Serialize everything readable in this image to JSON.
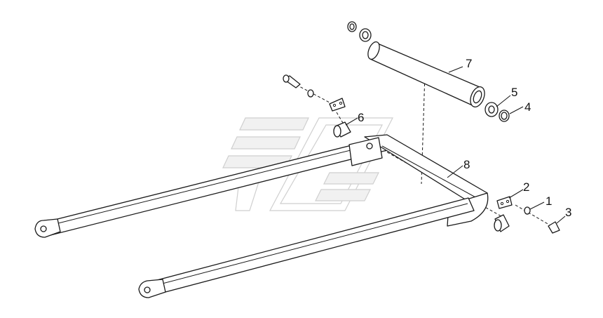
{
  "diagram": {
    "type": "exploded-parts-view",
    "colors": {
      "line": "#1a1a1a",
      "background": "#ffffff",
      "watermark": "#cfcfcf"
    },
    "watermark_icon": "stylized-logo-watermark",
    "callouts": [
      {
        "id": "c1",
        "label": "1"
      },
      {
        "id": "c2",
        "label": "2"
      },
      {
        "id": "c3",
        "label": "3"
      },
      {
        "id": "c4",
        "label": "4"
      },
      {
        "id": "c5",
        "label": "5"
      },
      {
        "id": "c6",
        "label": "6"
      },
      {
        "id": "c7",
        "label": "7"
      },
      {
        "id": "c8",
        "label": "8"
      }
    ]
  }
}
